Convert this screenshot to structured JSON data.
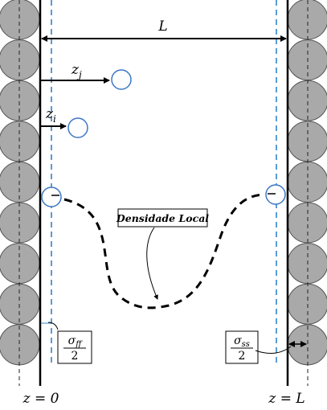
{
  "labels": {
    "L": "L",
    "zj": "z",
    "zj_sub": "j",
    "zi": "z",
    "zi_sub": "i",
    "densidade": "Densidade Local",
    "sigma_ff_num": "σ",
    "sigma_ff_sub": "ff",
    "sigma_ff_den": "2",
    "sigma_ss_num": "σ",
    "sigma_ss_sub": "ss",
    "sigma_ss_den": "2",
    "z0": "z = 0",
    "zL": "z = L"
  },
  "colors": {
    "wall_circle_fill": "#a9a9a9",
    "wall_circle_stroke": "#555555",
    "dashed_blue": "#5b9bd5",
    "small_circle_stroke": "#3d78c5",
    "line": "#000000"
  }
}
